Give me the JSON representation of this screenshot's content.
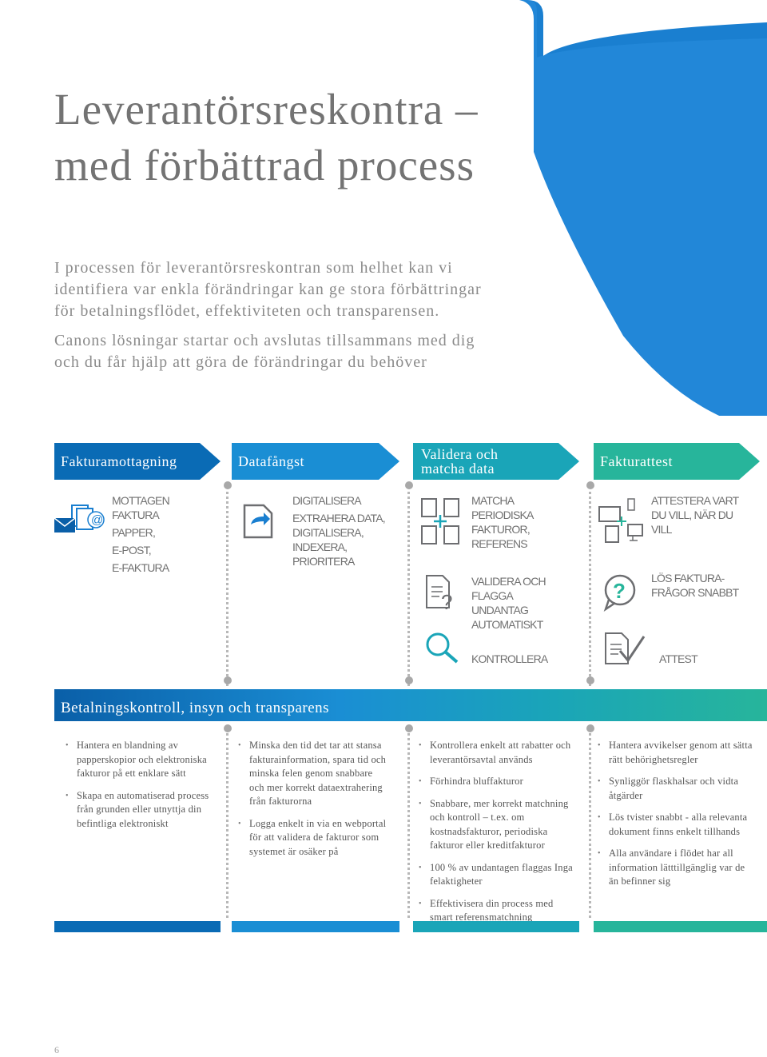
{
  "colors": {
    "dark_blue": "#0a6bb5",
    "blue": "#1a8ed4",
    "teal": "#1aa5b8",
    "green": "#27b59b",
    "gray_text": "#737373"
  },
  "title": {
    "line1": "Leverantörsreskontra –",
    "line2": "med förbättrad process"
  },
  "intro": {
    "p1": "I processen för leverantörsreskontran som helhet kan vi identifiera var enkla förändringar kan ge stora förbättringar för betalningsflödet, effektiviteten och transparensen.",
    "p2": "Canons lösningar startar och avslutas tillsammans med dig och du får hjälp att göra de förändringar du behöver"
  },
  "stages": [
    {
      "label": "Fakturamottagning"
    },
    {
      "label": "Datafångst"
    },
    {
      "label_line1": "Validera och",
      "label_line2": "matcha data"
    },
    {
      "label": "Fakturattest"
    }
  ],
  "steps": {
    "s1": {
      "icon": "mail-document-at-icon",
      "l1": "MOTTAGEN",
      "l2": "FAKTURA",
      "l3": "PAPPER,",
      "l4": "E-POST,",
      "l5": "E-FAKTURA"
    },
    "s2": {
      "icon": "document-share-icon",
      "l1": "DIGITALISERA",
      "l2": "EXTRAHERA DATA,",
      "l3": "DIGITALISERA,",
      "l4": "INDEXERA,",
      "l5": "PRIORITERA"
    },
    "s3a": {
      "icon": "documents-plus-icon",
      "l1": "MATCHA",
      "l2": "PERIODISKA",
      "l3": "FAKTUROR,",
      "l4": "REFERENS"
    },
    "s3b": {
      "icon": "document-question-icon",
      "l1": "VALIDERA OCH",
      "l2": "FLAGGA",
      "l3": "UNDANTAG",
      "l4": "AUTOMATISKT"
    },
    "s3c": {
      "icon": "magnifier-icon",
      "l1": "KONTROLLERA"
    },
    "s4a": {
      "icon": "devices-icon",
      "l1": "ATTESTERA VART",
      "l2": "DU VILL, NÄR DU",
      "l3": "VILL"
    },
    "s4b": {
      "icon": "chat-question-icon",
      "l1": "LÖS FAKTURA-",
      "l2": "FRÅGOR SNABBT"
    },
    "s4c": {
      "icon": "document-check-icon",
      "l1": "ATTEST"
    }
  },
  "band": {
    "label": "Betalningskontroll, insyn och transparens"
  },
  "columns": [
    {
      "items": [
        "Hantera en blandning av papperskopior och elektroniska fakturor på ett enklare sätt",
        "Skapa en automatiserad process från grunden eller utnyttja din befintliga elektroniskt"
      ]
    },
    {
      "items": [
        "Minska den tid det tar att stansa fakturainformation, spara tid och minska felen genom snabbare och mer korrekt dataextrahering från fakturorna",
        "Logga enkelt in via en webportal för att validera de fakturor som systemet är osäker på"
      ]
    },
    {
      "items": [
        "Kontrollera enkelt att rabatter och leverantörsavtal används",
        "Förhindra bluffakturor",
        "Snabbare, mer korrekt matchning och kontroll – t.ex. om kostnadsfakturor, periodiska fakturor eller kreditfakturor",
        "100 % av undantagen flaggas Inga felaktigheter",
        "Effektivisera din process med smart referensmatchning"
      ]
    },
    {
      "items": [
        "Hantera avvikelser genom att sätta rätt behörighetsregler",
        "Synliggör flaskhalsar och vidta åtgärder",
        "Lös tvister snabbt - alla relevanta dokument finns enkelt tillhands",
        "Alla användare i flödet har all information lätttillgänglig var de än befinner sig"
      ]
    }
  ],
  "page_number": "6"
}
